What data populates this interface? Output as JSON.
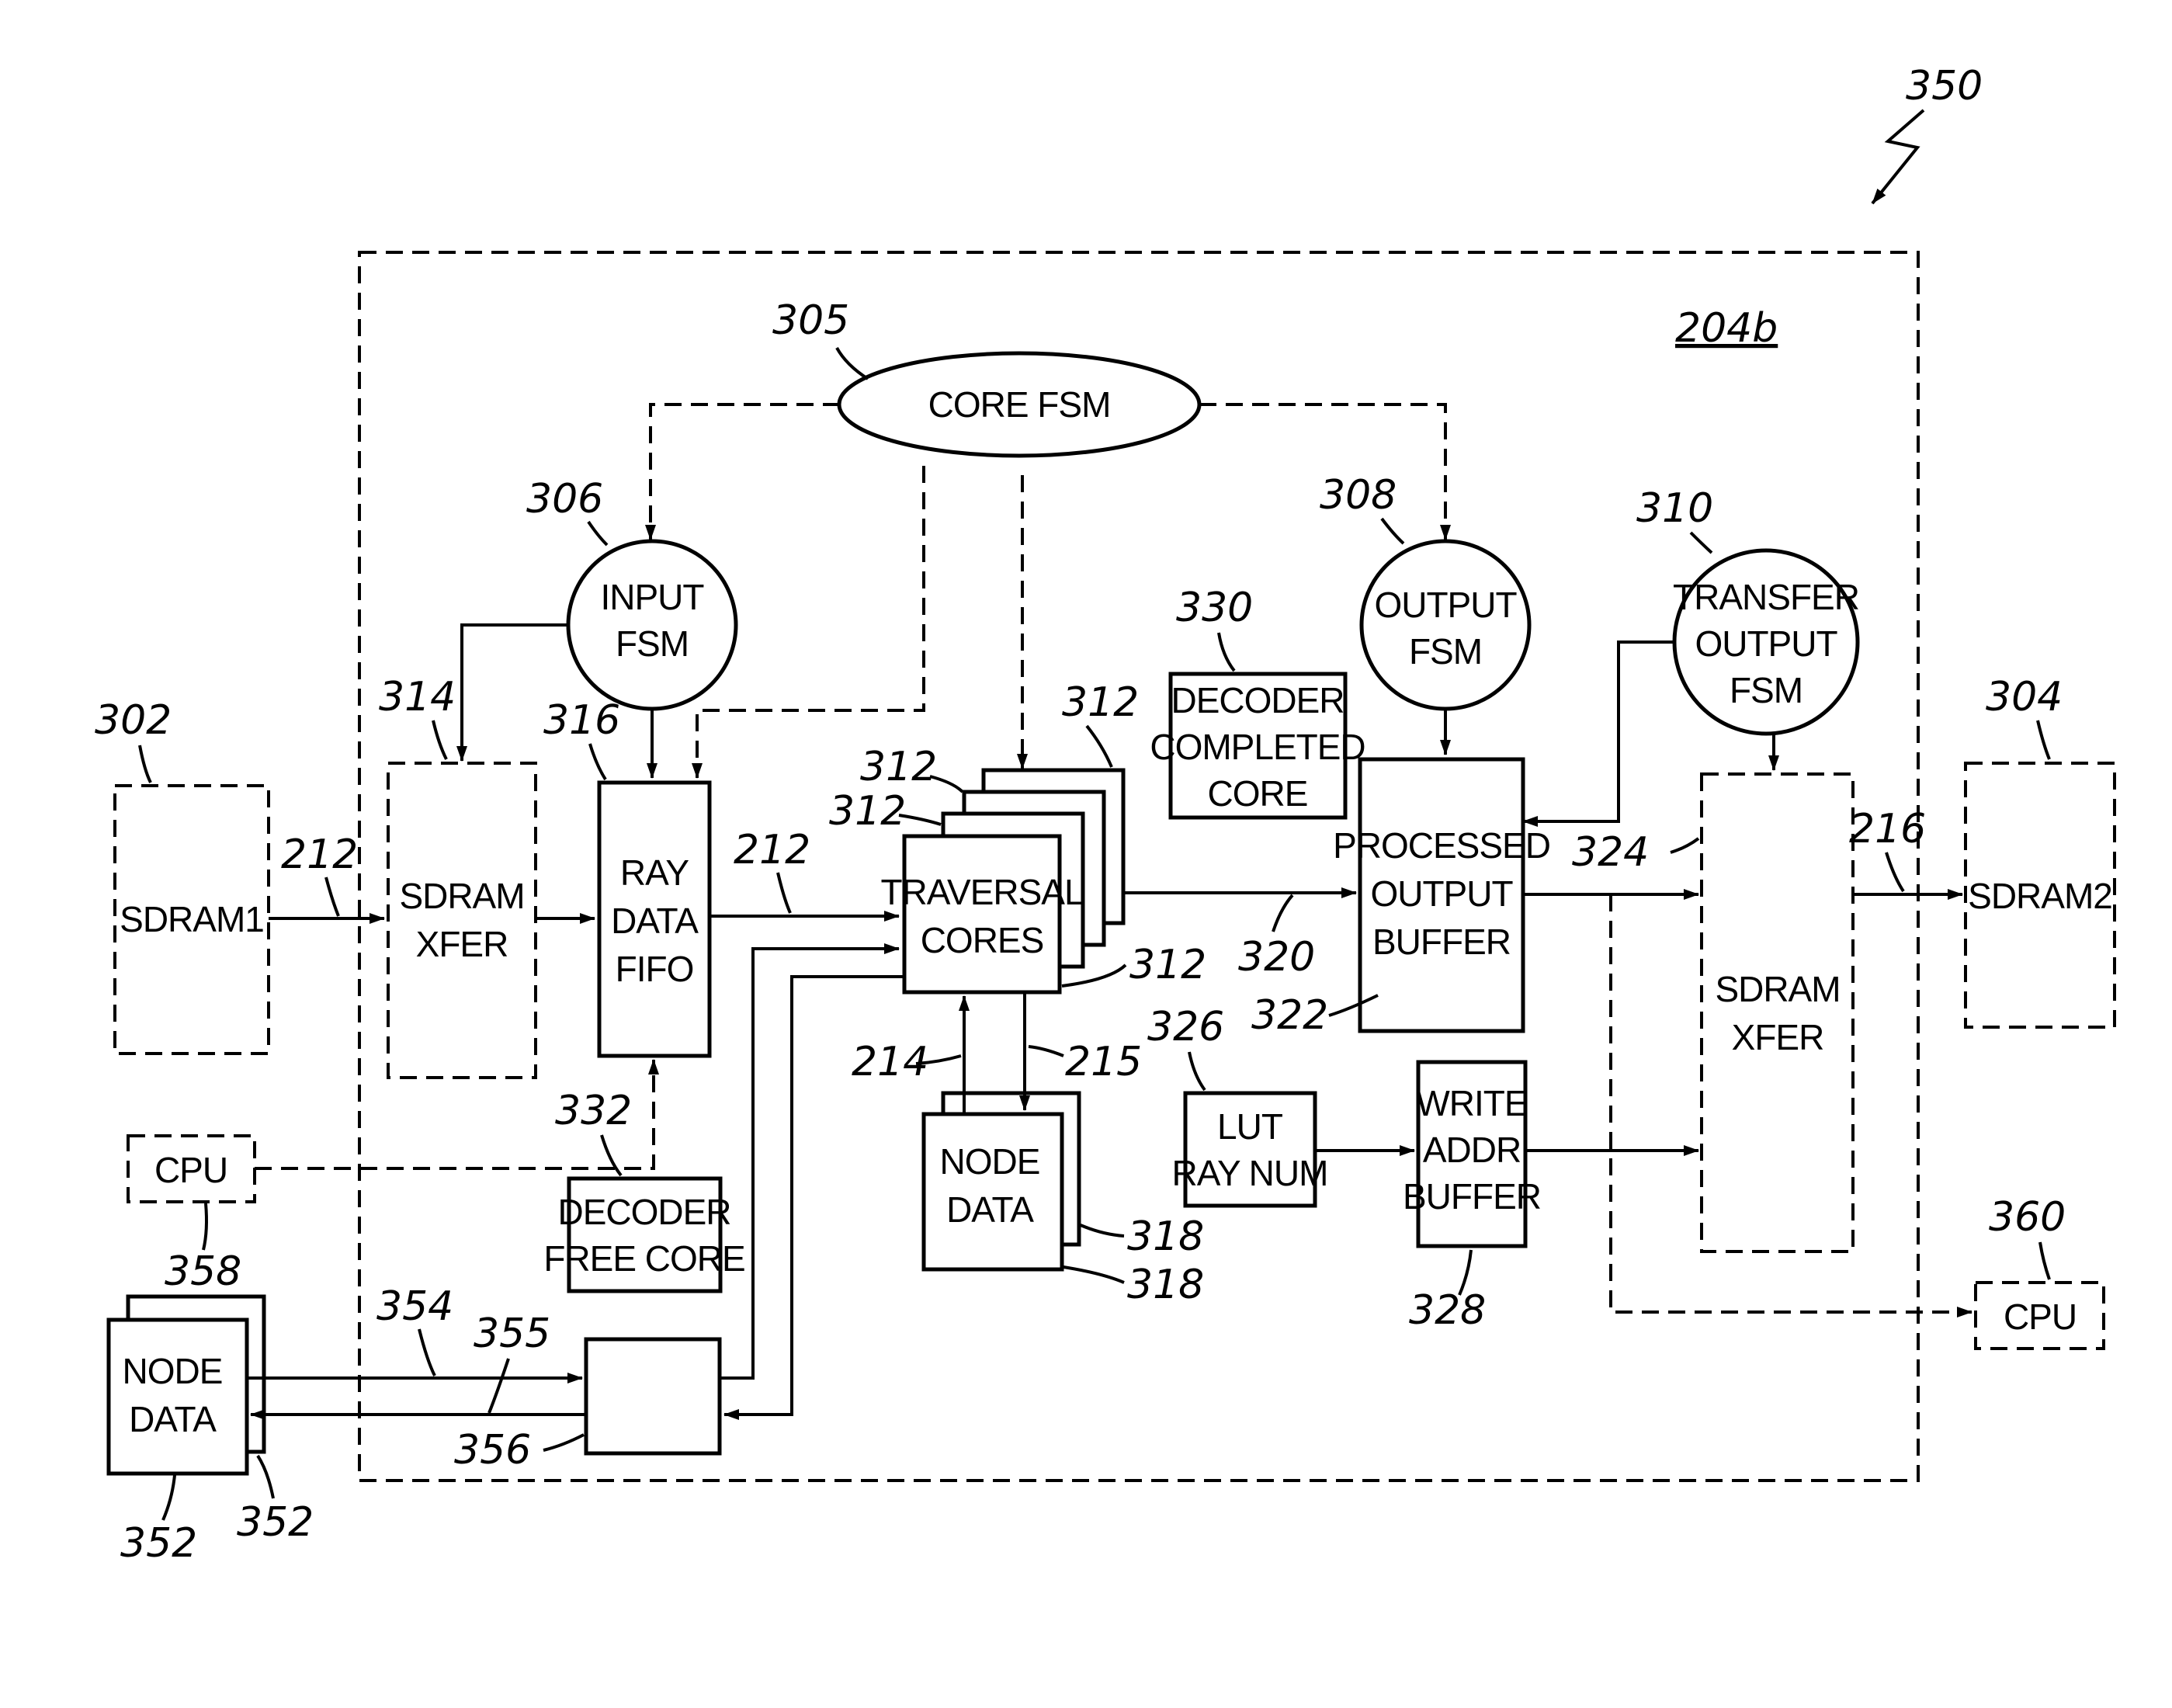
{
  "figure_number": "350",
  "module_label": "204b",
  "blocks": {
    "core_fsm": {
      "ref": "305",
      "lines": [
        "CORE FSM"
      ]
    },
    "input_fsm": {
      "ref": "306",
      "lines": [
        "INPUT",
        "FSM"
      ]
    },
    "output_fsm": {
      "ref": "308",
      "lines": [
        "OUTPUT",
        "FSM"
      ]
    },
    "transfer_output_fsm": {
      "ref": "310",
      "lines": [
        "TRANSFER",
        "OUTPUT",
        "FSM"
      ]
    },
    "sdram1": {
      "ref": "302",
      "lines": [
        "SDRAM1"
      ]
    },
    "sdram_xfer_in": {
      "ref": "314",
      "lines": [
        "SDRAM",
        "XFER"
      ]
    },
    "ray_data_fifo": {
      "ref": "316",
      "lines": [
        "RAY",
        "DATA",
        "FIFO"
      ]
    },
    "traversal_cores": {
      "ref": "312",
      "lines": [
        "TRAVERSAL",
        "CORES"
      ]
    },
    "decoder_completed_core": {
      "ref": "330",
      "lines": [
        "DECODER",
        "COMPLETED",
        "CORE"
      ]
    },
    "processed_output_buffer": {
      "ref": "322",
      "lines": [
        "PROCESSED",
        "OUTPUT",
        "BUFFER"
      ]
    },
    "sdram_xfer_out": {
      "ref": "324",
      "lines": [
        "SDRAM",
        "XFER"
      ]
    },
    "sdram2": {
      "ref": "304",
      "lines": [
        "SDRAM2"
      ]
    },
    "cpu_left": {
      "ref": "358",
      "lines": [
        "CPU"
      ]
    },
    "decoder_free_core": {
      "ref": "332",
      "lines": [
        "DECODER",
        "FREE CORE"
      ]
    },
    "node_data_inner": {
      "ref": "318",
      "lines": [
        "NODE",
        "DATA"
      ]
    },
    "lut_ray_num": {
      "ref": "326",
      "lines": [
        "LUT",
        "RAY NUM"
      ]
    },
    "write_addr_buffer": {
      "ref": "328",
      "lines": [
        "WRITE",
        "ADDR",
        "BUFFER"
      ]
    },
    "cpu_right": {
      "ref": "360",
      "lines": [
        "CPU"
      ]
    },
    "node_data_outer": {
      "ref": "352",
      "lines": [
        "NODE",
        "DATA"
      ]
    },
    "interface_block": {
      "ref": "356",
      "lines": []
    }
  },
  "signals": {
    "s212a": "212",
    "s212b": "212",
    "s214": "214",
    "s215": "215",
    "s216": "216",
    "s320": "320",
    "s354": "354",
    "s355": "355"
  },
  "extra_refs": {
    "r312a": "312",
    "r312b": "312",
    "r312c": "312",
    "r312d": "312",
    "r318b": "318",
    "r352b": "352"
  }
}
